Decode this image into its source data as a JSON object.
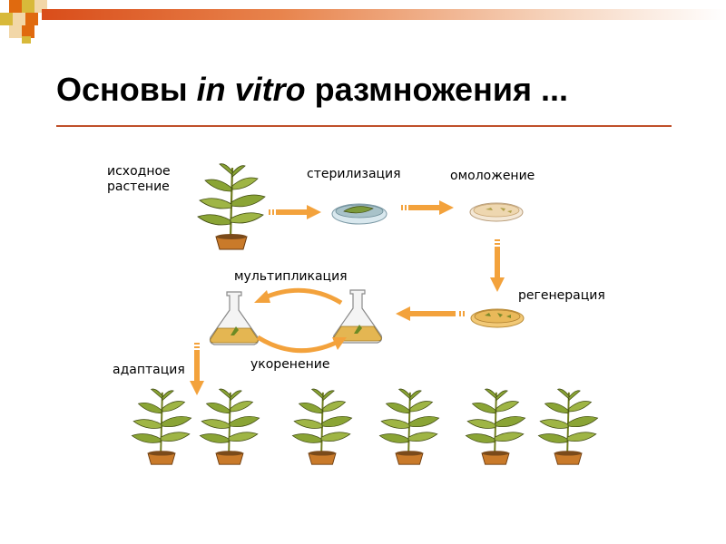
{
  "title": {
    "prefix": "Основы ",
    "italic": "in vitro",
    "suffix": " размножения ..."
  },
  "diagram": {
    "source_plant_line1": "исходное",
    "source_plant_line2": "растение",
    "sterilization": "стерилизация",
    "rejuvenation": "омоложение",
    "regeneration": "регенерация",
    "multiplication": "мультипликация",
    "rooting": "укоренение",
    "adaptation": "адаптация"
  },
  "colors": {
    "accent": "#c0502a",
    "arrow": "#f3a23c",
    "leaf": "#8aa435",
    "pot": "#c97a2a",
    "deco_orange": "#e06a0f",
    "deco_yellow": "#d8b93a"
  }
}
